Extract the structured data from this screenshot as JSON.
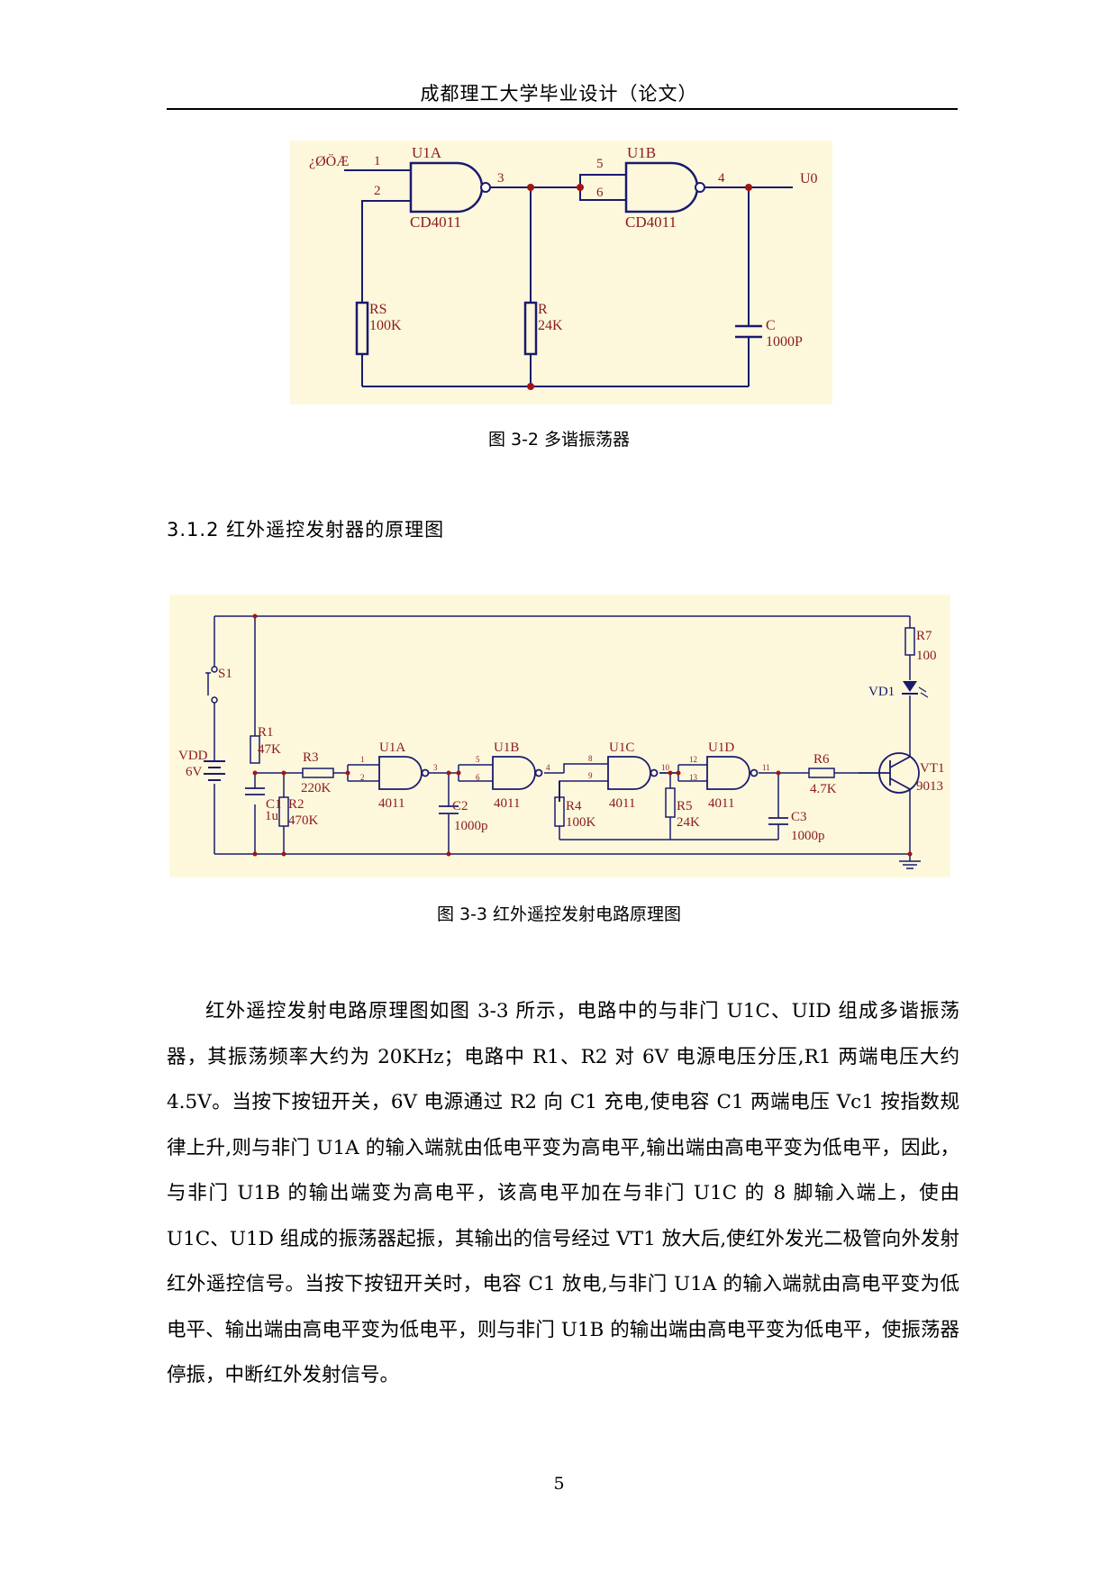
{
  "header": {
    "title": "成都理工大学毕业设计（论文）"
  },
  "figure1": {
    "caption": "图 3-2 多谐振荡器",
    "labels": {
      "input": "¿ØÖÆ",
      "gate_a": "U1A",
      "gate_b": "U1B",
      "chip_a": "CD4011",
      "chip_b": "CD4011",
      "pin1": "1",
      "pin2": "2",
      "pin3": "3",
      "pin4": "4",
      "pin5": "5",
      "pin6": "6",
      "output": "U0",
      "rs_name": "RS",
      "rs_value": "100K",
      "r_name": "R",
      "r_value": "24K",
      "c_name": "C",
      "c_value": "1000P"
    }
  },
  "section": {
    "heading": "3.1.2  红外遥控发射器的原理图"
  },
  "figure2": {
    "caption": "图 3-3 红外遥控发射电路原理图",
    "labels": {
      "s1": "S1",
      "vdd": "VDD",
      "vdd_value": "6V",
      "r1": "R1",
      "r1_value": "47K",
      "r2": "R2",
      "r2_value": "470K",
      "r3": "R3",
      "r3_value": "220K",
      "c1": "C1",
      "c1_value": "1u",
      "u1a": "U1A",
      "u1b": "U1B",
      "u1c": "U1C",
      "u1d": "U1D",
      "chip": "4011",
      "c2": "C2",
      "c2_value": "1000p",
      "r4": "R4",
      "r4_value": "100K",
      "r5": "R5",
      "r5_value": "24K",
      "c3": "C3",
      "c3_value": "1000p",
      "r6": "R6",
      "r6_value": "4.7K",
      "r7": "R7",
      "r7_value": "100",
      "vd1": "VD1",
      "vt1": "VT1",
      "vt1_value": "9013",
      "p1": "1",
      "p2": "2",
      "p3": "3",
      "p4": "4",
      "p5": "5",
      "p6": "6",
      "p8": "8",
      "p9": "9",
      "p10": "10",
      "p11": "11",
      "p12": "12",
      "p13": "13"
    }
  },
  "body": {
    "paragraph": "红外遥控发射电路原理图如图 3-3 所示，电路中的与非门 U1C、UID 组成多谐振荡器，其振荡频率大约为 20KHz；电路中 R1、R2 对 6V 电源电压分压,R1 两端电压大约 4.5V。当按下按钮开关，6V 电源通过 R2 向 C1 充电,使电容 C1 两端电压 Vc1 按指数规律上升,则与非门 U1A 的输入端就由低电平变为高电平,输出端由高电平变为低电平，因此，与非门 U1B 的输出端变为高电平，该高电平加在与非门 U1C 的 8 脚输入端上，使由 U1C、U1D 组成的振荡器起振，其输出的信号经过 VT1 放大后,使红外发光二极管向外发射红外遥控信号。当按下按钮开关时，电容 C1 放电,与非门 U1A 的输入端就由高电平变为低电平、输出端由高电平变为低电平，则与非门 U1B 的输出端由高电平变为低电平，使振荡器停振，中断红外发射信号。"
  },
  "footer": {
    "page_number": "5"
  }
}
